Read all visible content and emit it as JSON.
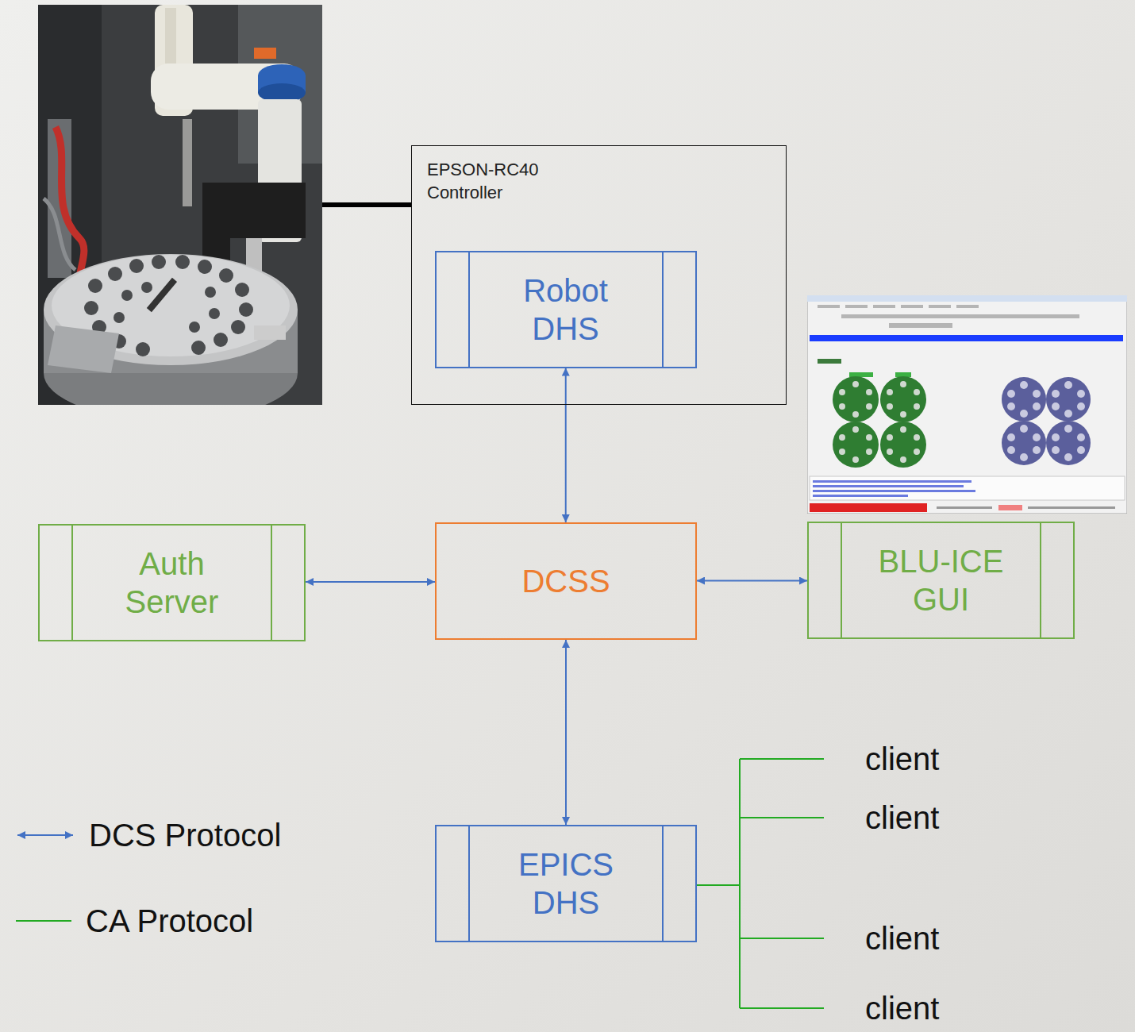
{
  "diagram": {
    "nodes": [
      {
        "text": [
          "EPSON-RC40 Controller"
        ]
      },
      {
        "text": [
          "Robot DHS"
        ],
        "in": 0
      },
      {
        "text": [
          "Auth Server"
        ]
      },
      {
        "text": [
          "DCSS"
        ]
      },
      {
        "text": [
          "BLU-ICE GUI"
        ]
      },
      {
        "text": [
          "EPICS DHS"
        ]
      }
    ],
    "edges": [
      {
        "from": 1,
        "to": 3,
        "arrow": "both"
      },
      {
        "from": 2,
        "to": 3,
        "arrow": "both"
      },
      {
        "from": 3,
        "to": 4,
        "arrow": "both"
      },
      {
        "from": 3,
        "to": 5,
        "arrow": "both"
      }
    ],
    "labels": [
      "client",
      "client",
      "client",
      "client"
    ],
    "legend": [
      {
        "text": "DCS Protocol"
      },
      {
        "text": "CA Protocol"
      }
    ]
  }
}
